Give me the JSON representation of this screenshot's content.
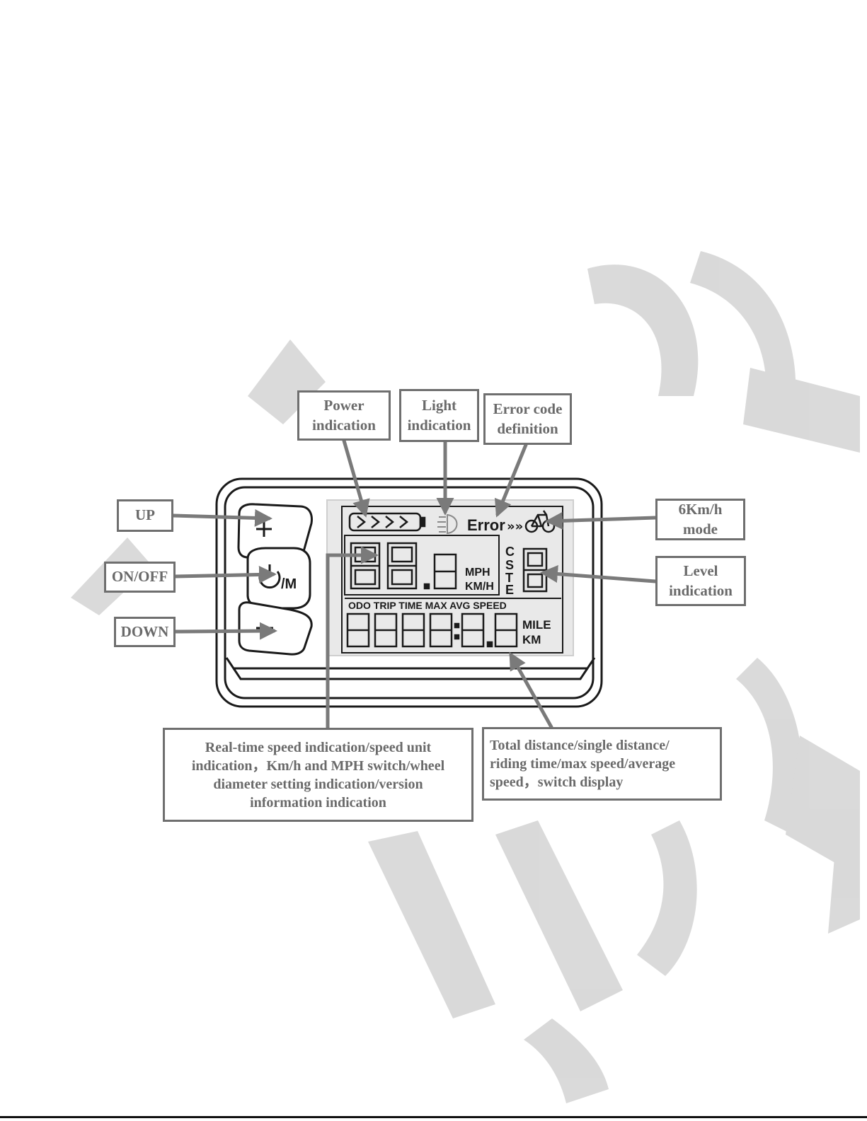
{
  "lcd": {
    "error_label": "Error",
    "speed_units": [
      "MPH",
      "KM/H"
    ],
    "assist_letters": [
      "C",
      "S",
      "T",
      "E"
    ],
    "trip_modes": "ODO TRIP TIME  MAX AVG SPEED",
    "distance_units": [
      "MILE",
      "KM"
    ],
    "mode_button_label": "/M"
  },
  "callouts": {
    "power": [
      "Power",
      "indication"
    ],
    "light": [
      "Light",
      "indication"
    ],
    "error": [
      "Error code",
      "definition"
    ],
    "walk_mode": [
      "6Km/h",
      "mode"
    ],
    "level": [
      "Level",
      "indication"
    ],
    "up": "UP",
    "onoff": "ON/OFF",
    "down": "DOWN",
    "speed": [
      "Real-time speed indication/speed unit",
      "indication，Km/h and MPH switch/wheel",
      "diameter setting indication/version",
      "information indication"
    ],
    "distance": [
      "Total distance/single distance/",
      "riding time/max speed/average",
      "speed，switch display"
    ]
  },
  "colors": {
    "outline": "#1a1a1a",
    "lcd_background": "#e9e9e9",
    "callout_border": "#6f6f6f",
    "callout_text": "#6a6a6a",
    "arrow": "#7a7a7a",
    "watermark": "#d3d3d3"
  }
}
